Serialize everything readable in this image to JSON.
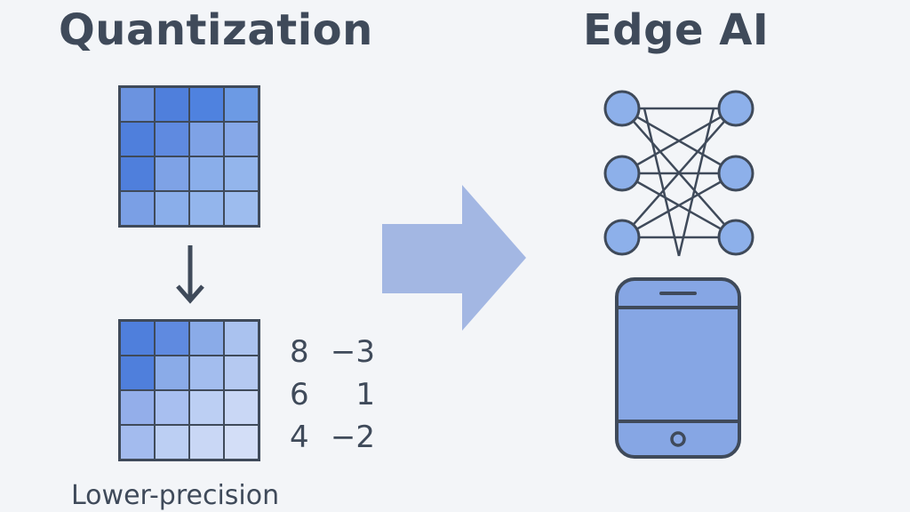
{
  "left_title": "Quantization",
  "right_title": "Edge AI",
  "caption": "Lower-precision",
  "quantized_values": [
    [
      "8",
      "−3"
    ],
    [
      "6",
      "1"
    ],
    [
      "4",
      "−2"
    ]
  ],
  "icons": {
    "down_arrow": "arrow-down-icon",
    "big_arrow": "arrow-right-icon",
    "network": "neural-network-icon",
    "device": "smartphone-icon"
  },
  "colors": {
    "background": "#f3f5f8",
    "text": "#3f4a5a",
    "arrow": "#a3b7e3",
    "device_fill": "#86a6e4",
    "node_fill": "#8db0ea"
  },
  "top_matrix_colors": [
    [
      "#6b93e0",
      "#4f7fdc",
      "#4f82df",
      "#6c9ae4"
    ],
    [
      "#4f7fdc",
      "#5f8ae0",
      "#7ea2e6",
      "#86a8e8"
    ],
    [
      "#4f7fdc",
      "#7ea2e6",
      "#8aaeea",
      "#93b5ec"
    ],
    [
      "#7a9fe5",
      "#8aaeea",
      "#93b5ec",
      "#9dbcee"
    ]
  ],
  "bottom_matrix_colors": [
    [
      "#4f7fdc",
      "#5f8ae0",
      "#8aabe8",
      "#aac2ef"
    ],
    [
      "#4f7fdc",
      "#8aabe8",
      "#a3bdee",
      "#b5c9f1"
    ],
    [
      "#93aeea",
      "#a8bff0",
      "#bccff3",
      "#c9d7f5"
    ],
    [
      "#a3bbee",
      "#bccff3",
      "#c9d7f5",
      "#d3def7"
    ]
  ]
}
